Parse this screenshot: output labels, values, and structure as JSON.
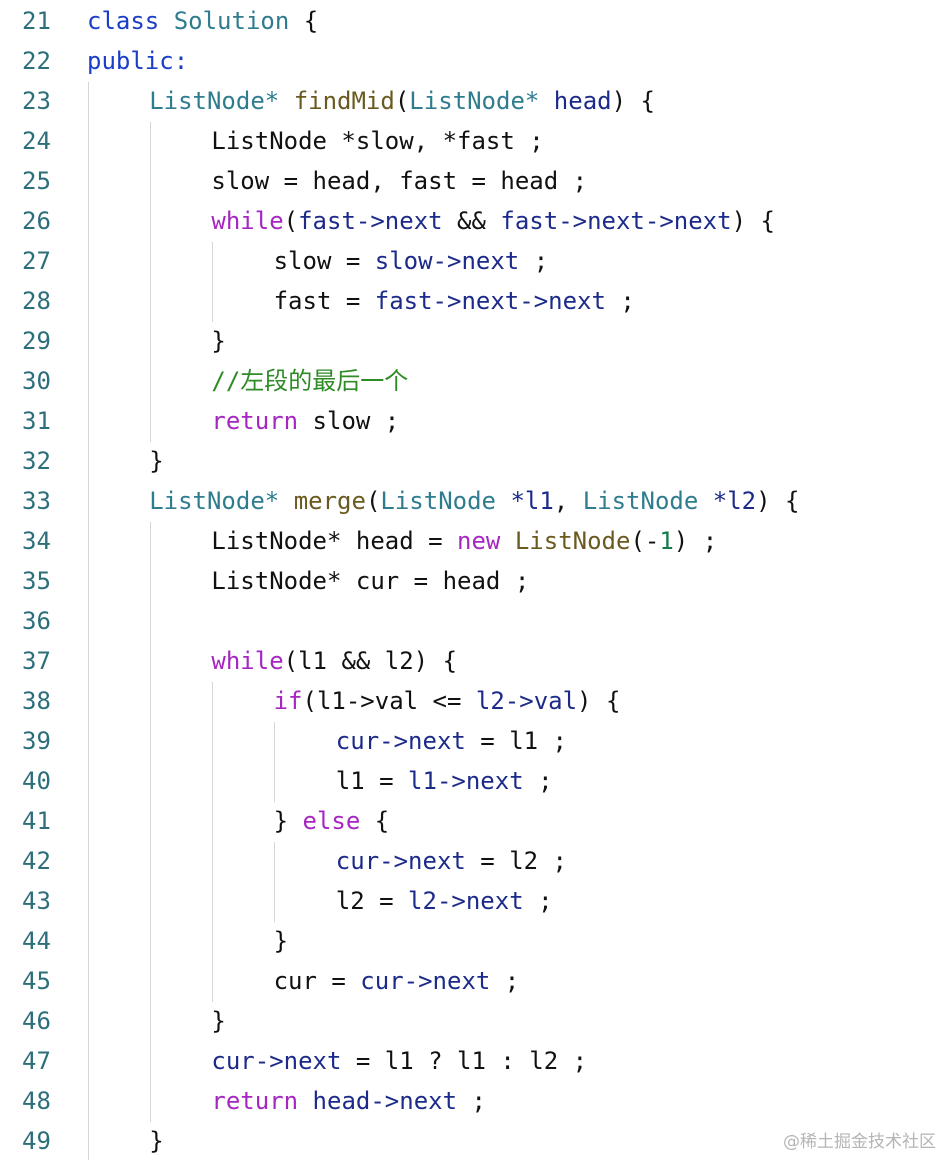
{
  "editor": {
    "language": "cpp",
    "watermark": "@稀土掘金技术社区",
    "lines": [
      {
        "n": "21",
        "indent": 0,
        "tokens": [
          [
            "kw",
            "class"
          ],
          [
            "pl",
            " "
          ],
          [
            "type",
            "Solution"
          ],
          [
            "pl",
            " {"
          ]
        ]
      },
      {
        "n": "22",
        "indent": 0,
        "tokens": [
          [
            "kw",
            "public:"
          ]
        ]
      },
      {
        "n": "23",
        "indent": 1,
        "tokens": [
          [
            "type",
            "ListNode*"
          ],
          [
            "pl",
            " "
          ],
          [
            "fn",
            "findMid"
          ],
          [
            "pl",
            "("
          ],
          [
            "type",
            "ListNode*"
          ],
          [
            "pl",
            " "
          ],
          [
            "mem",
            "head"
          ],
          [
            "pl",
            ") {"
          ]
        ]
      },
      {
        "n": "24",
        "indent": 2,
        "tokens": [
          [
            "pl",
            "ListNode *slow, *fast ;"
          ]
        ]
      },
      {
        "n": "25",
        "indent": 2,
        "tokens": [
          [
            "pl",
            "slow = head, fast = head ;"
          ]
        ]
      },
      {
        "n": "26",
        "indent": 2,
        "tokens": [
          [
            "ctrl",
            "while"
          ],
          [
            "pl",
            "("
          ],
          [
            "mem",
            "fast->next"
          ],
          [
            "pl",
            " && "
          ],
          [
            "mem",
            "fast->next->next"
          ],
          [
            "pl",
            ") {"
          ]
        ]
      },
      {
        "n": "27",
        "indent": 3,
        "tokens": [
          [
            "pl",
            "slow = "
          ],
          [
            "mem",
            "slow->next"
          ],
          [
            "pl",
            " ;"
          ]
        ]
      },
      {
        "n": "28",
        "indent": 3,
        "tokens": [
          [
            "pl",
            "fast = "
          ],
          [
            "mem",
            "fast->next->next"
          ],
          [
            "pl",
            " ;"
          ]
        ]
      },
      {
        "n": "29",
        "indent": 2,
        "tokens": [
          [
            "pl",
            "}"
          ]
        ]
      },
      {
        "n": "30",
        "indent": 2,
        "tokens": [
          [
            "com",
            "//左段的最后一个"
          ]
        ]
      },
      {
        "n": "31",
        "indent": 2,
        "tokens": [
          [
            "ctrl",
            "return"
          ],
          [
            "pl",
            " slow ;"
          ]
        ]
      },
      {
        "n": "32",
        "indent": 1,
        "tokens": [
          [
            "pl",
            "}"
          ]
        ]
      },
      {
        "n": "33",
        "indent": 1,
        "tokens": [
          [
            "type",
            "ListNode*"
          ],
          [
            "pl",
            " "
          ],
          [
            "fn",
            "merge"
          ],
          [
            "pl",
            "("
          ],
          [
            "type",
            "ListNode"
          ],
          [
            "pl",
            " "
          ],
          [
            "mem",
            "*l1"
          ],
          [
            "pl",
            ", "
          ],
          [
            "type",
            "ListNode"
          ],
          [
            "pl",
            " "
          ],
          [
            "mem",
            "*l2"
          ],
          [
            "pl",
            ") {"
          ]
        ]
      },
      {
        "n": "34",
        "indent": 2,
        "tokens": [
          [
            "pl",
            "ListNode* head = "
          ],
          [
            "ctrl",
            "new"
          ],
          [
            "pl",
            " "
          ],
          [
            "fn",
            "ListNode"
          ],
          [
            "pl",
            "(-"
          ],
          [
            "num",
            "1"
          ],
          [
            "pl",
            ") ;"
          ]
        ]
      },
      {
        "n": "35",
        "indent": 2,
        "tokens": [
          [
            "pl",
            "ListNode* cur = head ;"
          ]
        ]
      },
      {
        "n": "36",
        "indent": 2,
        "tokens": []
      },
      {
        "n": "37",
        "indent": 2,
        "tokens": [
          [
            "ctrl",
            "while"
          ],
          [
            "pl",
            "(l1 && l2) {"
          ]
        ]
      },
      {
        "n": "38",
        "indent": 3,
        "tokens": [
          [
            "ctrl",
            "if"
          ],
          [
            "pl",
            "(l1->val <= "
          ],
          [
            "mem",
            "l2->val"
          ],
          [
            "pl",
            ") {"
          ]
        ]
      },
      {
        "n": "39",
        "indent": 4,
        "tokens": [
          [
            "mem",
            "cur->next"
          ],
          [
            "pl",
            " = l1 ;"
          ]
        ]
      },
      {
        "n": "40",
        "indent": 4,
        "tokens": [
          [
            "pl",
            "l1 = "
          ],
          [
            "mem",
            "l1->next"
          ],
          [
            "pl",
            " ;"
          ]
        ]
      },
      {
        "n": "41",
        "indent": 3,
        "tokens": [
          [
            "pl",
            "} "
          ],
          [
            "ctrl",
            "else"
          ],
          [
            "pl",
            " {"
          ]
        ]
      },
      {
        "n": "42",
        "indent": 4,
        "tokens": [
          [
            "mem",
            "cur->next"
          ],
          [
            "pl",
            " = l2 ;"
          ]
        ]
      },
      {
        "n": "43",
        "indent": 4,
        "tokens": [
          [
            "pl",
            "l2 = "
          ],
          [
            "mem",
            "l2->next"
          ],
          [
            "pl",
            " ;"
          ]
        ]
      },
      {
        "n": "44",
        "indent": 3,
        "tokens": [
          [
            "pl",
            "}"
          ]
        ]
      },
      {
        "n": "45",
        "indent": 3,
        "tokens": [
          [
            "pl",
            "cur = "
          ],
          [
            "mem",
            "cur->next"
          ],
          [
            "pl",
            " ;"
          ]
        ]
      },
      {
        "n": "46",
        "indent": 2,
        "tokens": [
          [
            "pl",
            "}"
          ]
        ]
      },
      {
        "n": "47",
        "indent": 2,
        "tokens": [
          [
            "mem",
            "cur->next"
          ],
          [
            "pl",
            " = l1 ? l1 : l2 ;"
          ]
        ]
      },
      {
        "n": "48",
        "indent": 2,
        "tokens": [
          [
            "ctrl",
            "return"
          ],
          [
            "pl",
            " "
          ],
          [
            "mem",
            "head->next"
          ],
          [
            "pl",
            " ;"
          ]
        ]
      },
      {
        "n": "49",
        "indent": 1,
        "tokens": [
          [
            "pl",
            "}"
          ]
        ]
      }
    ]
  }
}
